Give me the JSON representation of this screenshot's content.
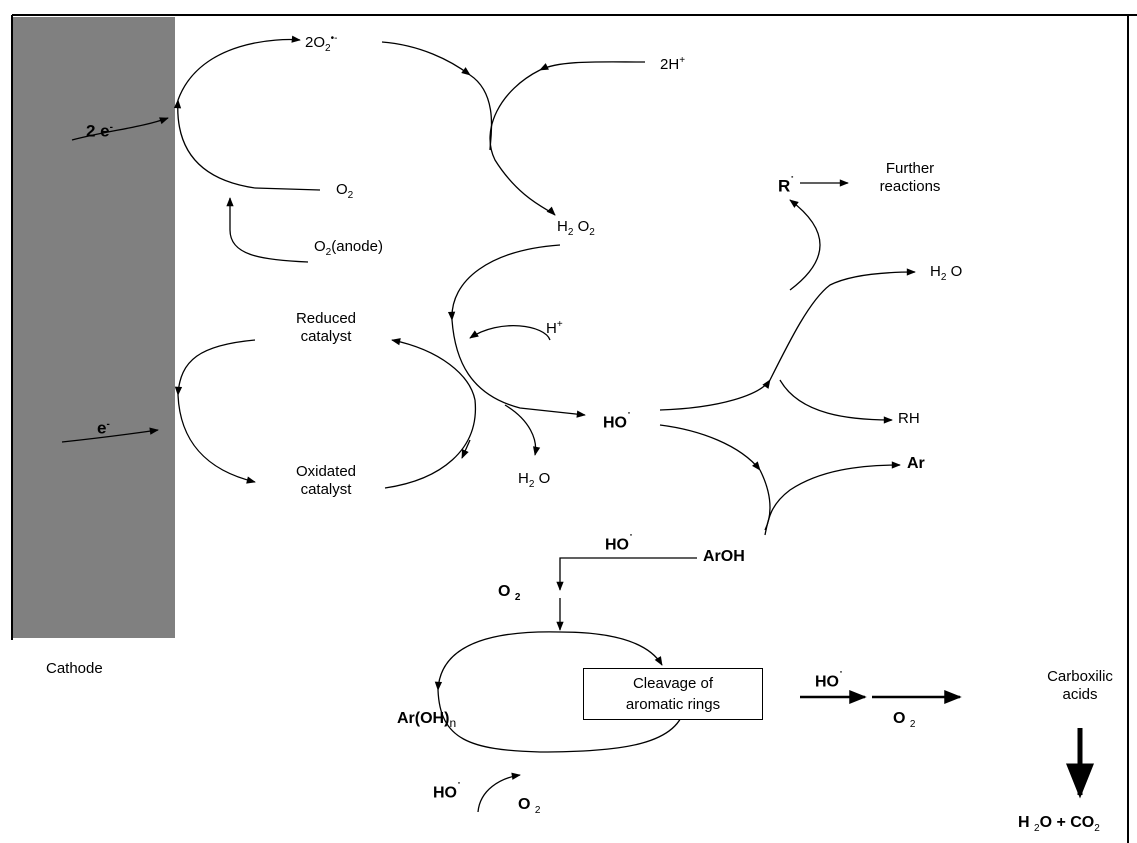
{
  "labels": {
    "cathode": "Cathode",
    "two_e": "2 e",
    "e": "e",
    "two_o2_radical": "2O",
    "two_h_plus": "2H",
    "o2_top": "O",
    "o2_anode": "O",
    "o2_anode_suffix": "(anode)",
    "h2o2": "H O",
    "reduced_catalyst": "Reduced\ncatalyst",
    "oxidated_catalyst": "Oxidated\ncatalyst",
    "h_plus": "H",
    "h2o_left": "H O",
    "ho_radical_main": "HO",
    "r_radical": "R",
    "further_reactions": "Further\nreactions",
    "h2o_right": "H O",
    "rh": "RH",
    "ar": "Ar",
    "aroh": "ArOH",
    "ho_radical_aroh": "HO",
    "o2_mid": "O",
    "cleavage": "Cleavage of\naromatic rings",
    "ar_oh_n": "Ar(OH)",
    "ar_oh_n_sub": "n",
    "ho_radical_bottom": "HO",
    "o2_bottom": "O",
    "ho_radical_right": "HO",
    "o2_right": "O",
    "carboxylic_acids": "Carboxilic\nacids",
    "final_products": "H O + CO",
    "sub_2": "2",
    "radical_dot": "˙",
    "radical_minus": "•-",
    "plus": "+",
    "minus": "-"
  },
  "colors": {
    "cathode_fill": "#808080",
    "line": "#000000"
  }
}
